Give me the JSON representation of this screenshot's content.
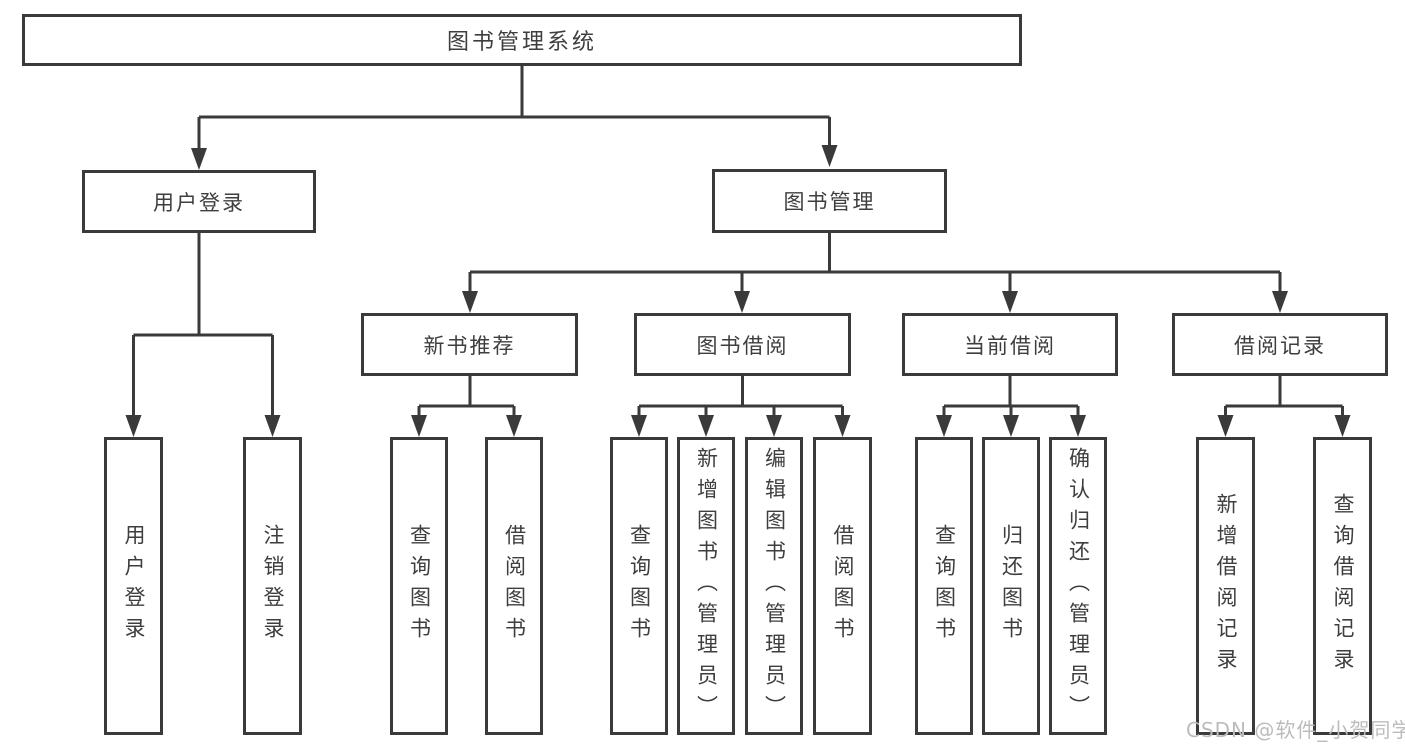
{
  "diagram": {
    "title": "图书管理系统",
    "type": "hierarchy-tree",
    "line_color": "#3a3a3a",
    "box_fill": "#ffffff",
    "text_color": "#3e3e3e",
    "watermark_color": "#bcbcbc"
  },
  "watermark": "CSDN @软件_小贺同学",
  "nodes": {
    "root": {
      "label": "图书管理系统"
    },
    "user_login": {
      "label": "用户登录"
    },
    "book_mgmt": {
      "label": "图书管理"
    },
    "new_book_rec": {
      "label": "新书推荐"
    },
    "book_borrow": {
      "label": "图书借阅"
    },
    "current_borrow": {
      "label": "当前借阅"
    },
    "borrow_records": {
      "label": "借阅记录"
    },
    "leaf_user_login": {
      "label": "用户登录"
    },
    "leaf_logout": {
      "label": "注销登录"
    },
    "leaf_rec_query": {
      "label": "查询图书"
    },
    "leaf_rec_borrow": {
      "label": "借阅图书"
    },
    "leaf_bb_query": {
      "label": "查询图书"
    },
    "leaf_bb_add": {
      "label": "新增图书（管理员）"
    },
    "leaf_bb_edit": {
      "label": "编辑图书（管理员）"
    },
    "leaf_bb_borrow": {
      "label": "借阅图书"
    },
    "leaf_cb_query": {
      "label": "查询图书"
    },
    "leaf_cb_return": {
      "label": "归还图书"
    },
    "leaf_cb_confirm": {
      "label": "确认归还（管理员）"
    },
    "leaf_br_add": {
      "label": "新增借阅记录"
    },
    "leaf_br_query": {
      "label": "查询借阅记录"
    }
  },
  "hierarchy": {
    "图书管理系统": {
      "用户登录": [
        "用户登录",
        "注销登录"
      ],
      "图书管理": {
        "新书推荐": [
          "查询图书",
          "借阅图书"
        ],
        "图书借阅": [
          "查询图书",
          "新增图书（管理员）",
          "编辑图书（管理员）",
          "借阅图书"
        ],
        "当前借阅": [
          "查询图书",
          "归还图书",
          "确认归还（管理员）"
        ],
        "借阅记录": [
          "新增借阅记录",
          "查询借阅记录"
        ]
      }
    }
  }
}
